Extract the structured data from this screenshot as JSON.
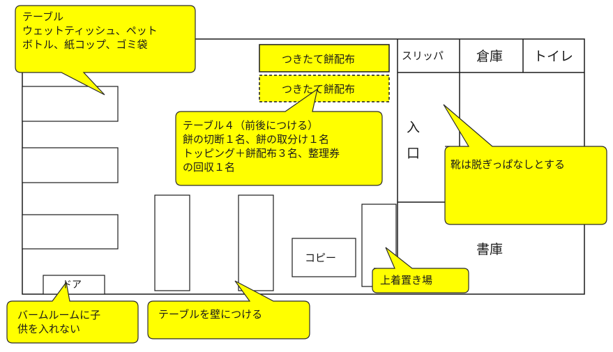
{
  "colors": {
    "callout_fill": "#FFFF00",
    "callout_stroke": "#2b2b2b",
    "line": "#1a1a1a"
  },
  "rooms": {
    "slipper": "スリッパ",
    "storage": "倉庫",
    "toilet": "トイレ",
    "entrance_1": "入",
    "entrance_2": "口",
    "bookroom": "書庫",
    "copy": "コピー",
    "door": "ドア"
  },
  "mochi_tables": {
    "solid": "つきたて餅配布",
    "dashed": "つきたて餅配布"
  },
  "callouts": {
    "supplies": [
      "テーブル",
      "ウェットティッシュ、ペット",
      "ボトル、紙コップ、ゴミ袋"
    ],
    "table4": [
      "テーブル４（前後につける）",
      "餅の切断１名、餅の取分け１名",
      "トッピング＋餅配布３名、整理券",
      "の回収１名"
    ],
    "shoes": [
      "靴は脱ぎっぱなしとする"
    ],
    "coats": [
      "上着置き場"
    ],
    "wall": [
      "テーブルを壁につける"
    ],
    "balm": [
      "バームルームに子",
      "供を入れない"
    ]
  }
}
